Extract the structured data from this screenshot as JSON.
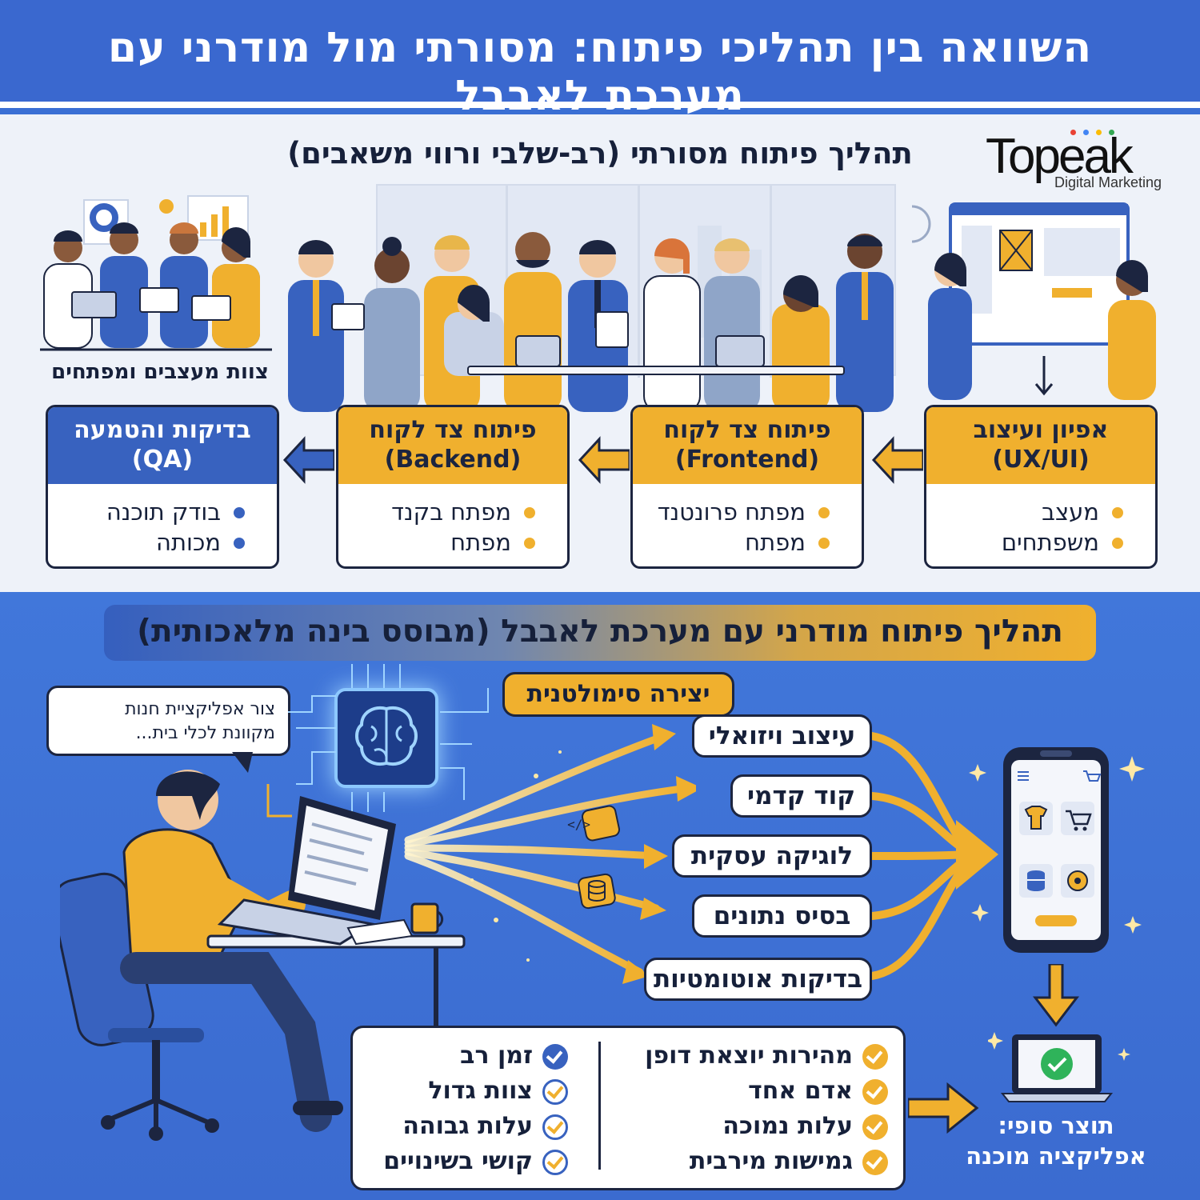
{
  "header": {
    "title": "השוואה בין תהליכי פיתוח: מסורתי מול מודרני עם מערכת לאבבל"
  },
  "brand": {
    "name": "Topeak",
    "tagline": "Digital Marketing",
    "colors": [
      "#e94235",
      "#4285f4",
      "#fbbc05",
      "#34a853"
    ]
  },
  "traditional": {
    "title": "תהליך פיתוח מסורתי (רב-שלבי ורווי משאבים)",
    "team_label": "צוות מעצבים ומפתחים",
    "stages": [
      {
        "title": "אפיון ועיצוב",
        "sub": "(UX/UI)",
        "items": [
          "מעצב",
          "משפתחים"
        ],
        "color": "#f0b02e"
      },
      {
        "title": "פיתוח צד לקוח",
        "sub": "(Frontend)",
        "items": [
          "מפתח פרונטנד",
          "מפתח"
        ],
        "color": "#f0b02e"
      },
      {
        "title": "פיתוח צד לקוח",
        "sub": "(Backend)",
        "items": [
          "מפתח בקנד",
          "מפתח"
        ],
        "color": "#f0b02e"
      },
      {
        "title": "בדיקות והטמעה",
        "sub": "(QA)",
        "items": [
          "בודק תוכנה",
          "מכותה"
        ],
        "color": "#3862bf"
      }
    ]
  },
  "modern": {
    "title": "תהליך פיתוח מודרני עם מערכת לאבבל (מבוסס בינה מלאכותית)",
    "prompt": [
      "צור אפליקציית חנות",
      "מקוונת לכלי בית..."
    ],
    "simultaneous": "יצירה סימולטנית",
    "outputs": [
      "עיצוב ויזואלי",
      "קוד קדמי",
      "לוגיקה עסקית",
      "בסיס נתונים",
      "בדיקות אוטומטיות"
    ],
    "benefits": [
      "מהירות יוצאת דופן",
      "אדם אחד",
      "עלות נמוכה",
      "גמישות מירבית"
    ],
    "drawbacks": [
      "זמן רב",
      "צוות גדול",
      "עלות גבוהה",
      "קושי בשינויים"
    ],
    "final": [
      "תוצר סופי:",
      "אפליקציה מוכנה"
    ]
  },
  "icons": [
    "brain-chip-icon",
    "code-tag-icon",
    "database-icon",
    "tshirt-icon",
    "cart-icon",
    "gear-icon",
    "check-circle-icon",
    "menu-icon"
  ],
  "accent": {
    "yellow": "#f0b02e",
    "blue": "#3862bf",
    "dark": "#1c2540"
  }
}
